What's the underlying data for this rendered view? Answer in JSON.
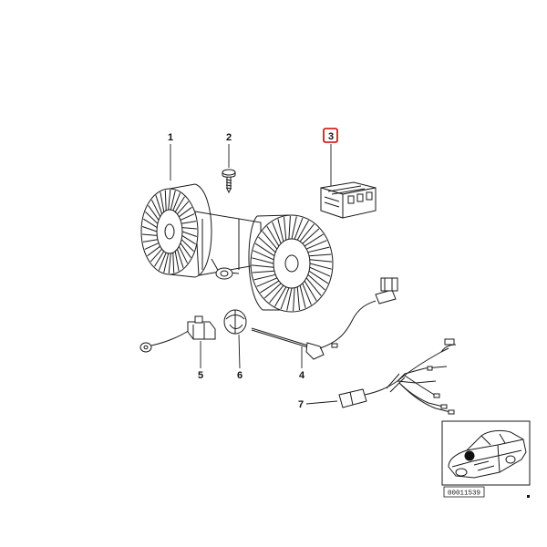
{
  "callouts": [
    "1",
    "2",
    "3",
    "4",
    "5",
    "6",
    "7"
  ],
  "highlight_callout": "3",
  "highlight_color": "#cc0000",
  "inset": {
    "ref_code": "00011539"
  }
}
